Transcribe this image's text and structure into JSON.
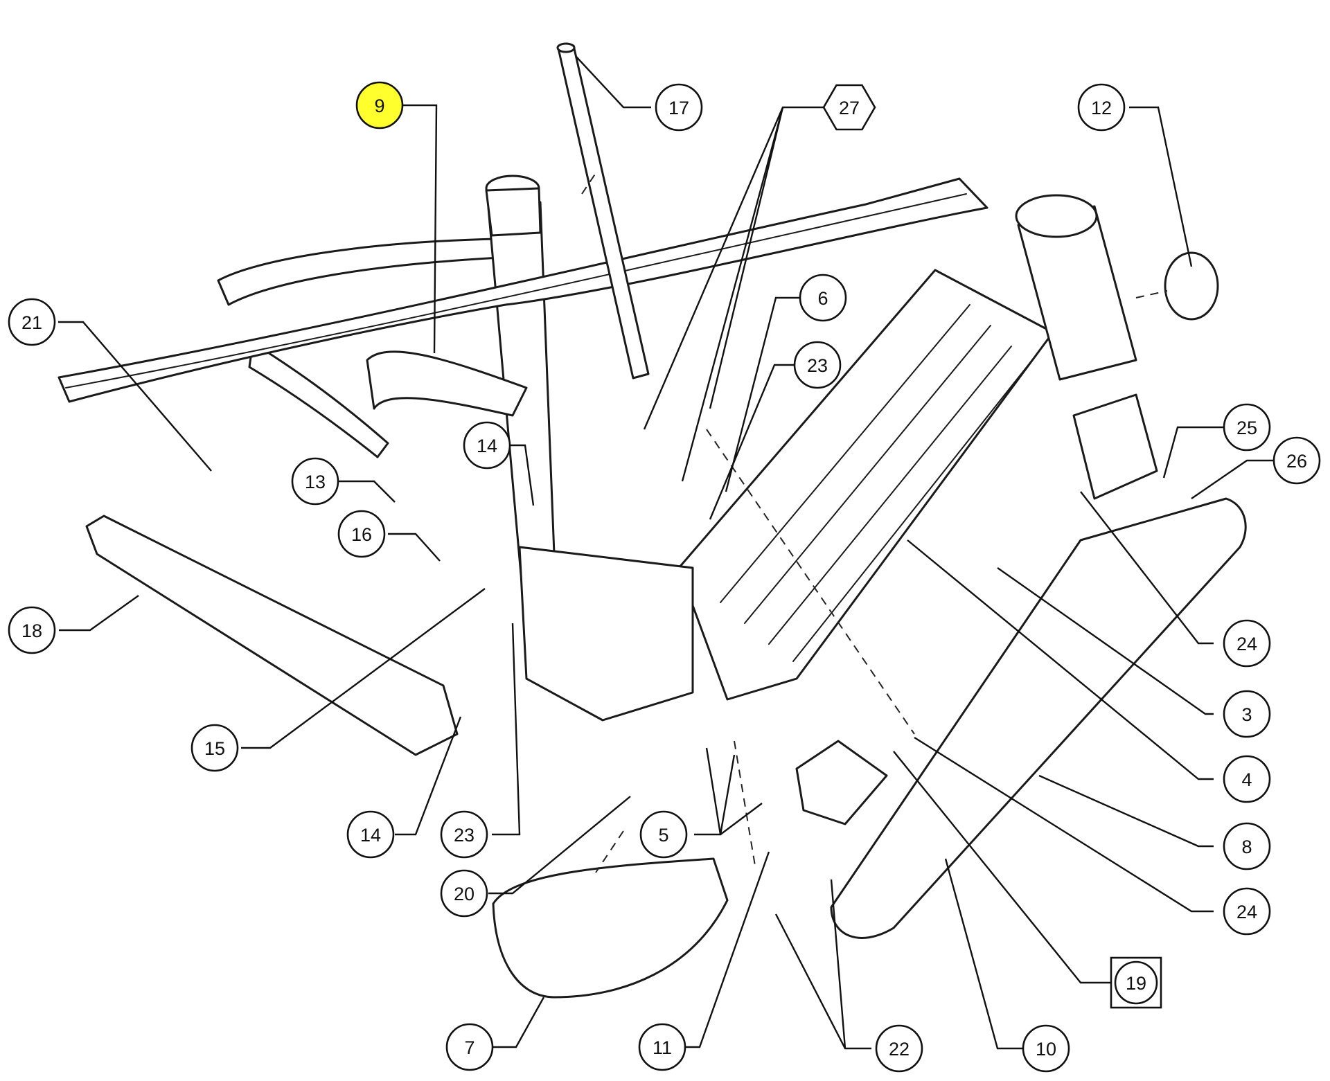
{
  "colors": {
    "ink": "#111111",
    "highlight": "#ffff2e",
    "background": "#ffffff"
  },
  "callouts": [
    {
      "label": "9",
      "shape": "circle",
      "highlight": true
    },
    {
      "label": "17",
      "shape": "circle"
    },
    {
      "label": "27",
      "shape": "hexagon"
    },
    {
      "label": "12",
      "shape": "circle"
    },
    {
      "label": "6",
      "shape": "circle"
    },
    {
      "label": "23",
      "shape": "circle"
    },
    {
      "label": "21",
      "shape": "circle"
    },
    {
      "label": "14",
      "shape": "circle"
    },
    {
      "label": "13",
      "shape": "circle"
    },
    {
      "label": "16",
      "shape": "circle"
    },
    {
      "label": "25",
      "shape": "circle"
    },
    {
      "label": "26",
      "shape": "circle"
    },
    {
      "label": "18",
      "shape": "circle"
    },
    {
      "label": "24",
      "shape": "circle"
    },
    {
      "label": "3",
      "shape": "circle"
    },
    {
      "label": "15",
      "shape": "circle"
    },
    {
      "label": "4",
      "shape": "circle"
    },
    {
      "label": "14",
      "shape": "circle"
    },
    {
      "label": "23",
      "shape": "circle"
    },
    {
      "label": "5",
      "shape": "circle"
    },
    {
      "label": "8",
      "shape": "circle"
    },
    {
      "label": "20",
      "shape": "circle"
    },
    {
      "label": "24",
      "shape": "circle"
    },
    {
      "label": "19",
      "shape": "square"
    },
    {
      "label": "7",
      "shape": "circle"
    },
    {
      "label": "11",
      "shape": "circle"
    },
    {
      "label": "22",
      "shape": "circle"
    },
    {
      "label": "10",
      "shape": "circle"
    }
  ]
}
